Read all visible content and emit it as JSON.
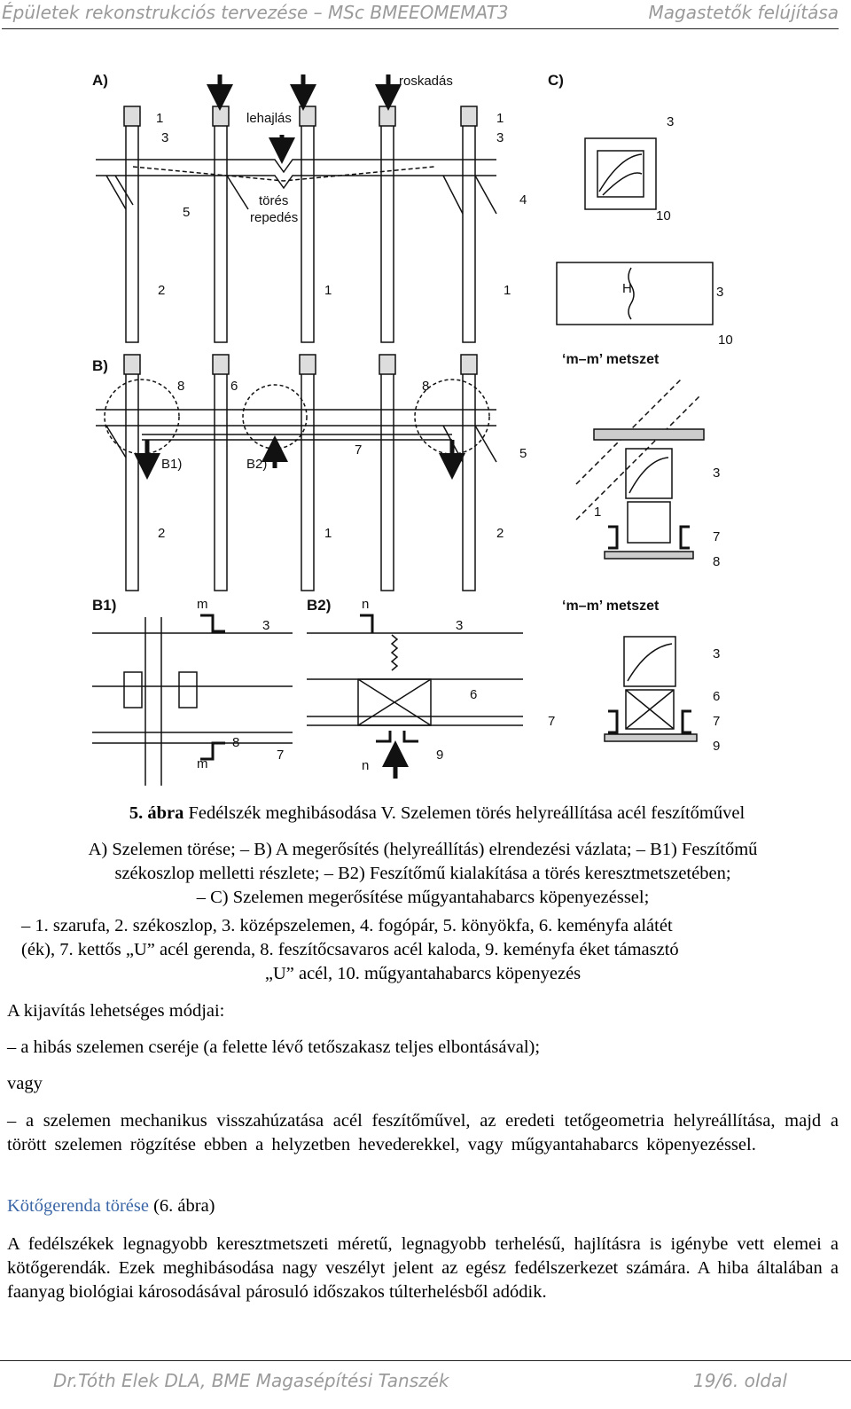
{
  "header": {
    "left": "Épületek rekonstrukciós tervezése – MSc  BMEEOMEMAT3",
    "right": "Magastetők felújítása"
  },
  "figure": {
    "panel_a": "A)",
    "panel_b": "B)",
    "panel_c": "C)",
    "panel_b1": "B1)",
    "panel_b2": "B2)",
    "label_roskadas": "roskadás",
    "label_lehajlas": "lehajlás",
    "label_tores": "törés",
    "label_repedes": "repedés",
    "label_b1_small": "B1)",
    "label_b2_small": "B2)",
    "label_h": "H",
    "section_mm_1": "‘m–m’ metszet",
    "section_mm_2": "‘m–m’ metszet",
    "letter_m": "m",
    "letter_n": "n",
    "n1": "1",
    "n2": "2",
    "n3": "3",
    "n4": "4",
    "n5": "5",
    "n6": "6",
    "n7": "7",
    "n8": "8",
    "n9": "9",
    "n10": "10"
  },
  "caption": {
    "bold": "5. ábra",
    "title": " Fedélszék meghibásodása V. Szelemen törés helyreállítása acél feszítőművel",
    "line1": "A) Szelemen törése; – B) A megerősítés (helyreállítás) elrendezési vázlata; – B1) Feszítőmű",
    "line2": "székoszlop melletti részlete; – B2) Feszítőmű kialakítása a törés keresztmetszetében;",
    "line3": "– C) Szelemen megerősítése műgyantahabarcs köpenyezéssel;",
    "line4": "– 1. szarufa, 2. székoszlop, 3. középszelemen, 4. fogópár, 5. könyökfa, 6. keményfa alátét",
    "line5": "(ék), 7. kettős „U” acél gerenda, 8. feszítőcsavaros acél kaloda, 9. keményfa éket támasztó",
    "line6": "„U” acél, 10. műgyantahabarcs köpenyezés"
  },
  "body": {
    "p1": "A kijavítás lehetséges módjai:",
    "p2": "– a hibás szelemen cseréje (a felette lévő tetőszakasz teljes elbontásával);",
    "p3": "vagy",
    "p4": "– a szelemen mechanikus visszahúzatása acél feszítőművel, az eredeti tetőgeometria helyreállítása, majd a törött szelemen rögzítése ebben a helyzetben hevederekkel, vagy műgyantahabarcs köpenyezéssel.",
    "heading": "Kötőgerenda törése",
    "heading_ref": " (6. ábra)",
    "p5": "A fedélszékek legnagyobb keresztmetszeti méretű, legnagyobb terhelésű, hajlításra is igénybe vett elemei a kötőgerendák. Ezek meghibásodása nagy veszélyt jelent az egész fedélszerkezet számára. A hiba általában a faanyag biológiai károsodásával párosuló időszakos túlterhelésből adódik."
  },
  "footer": {
    "left": "Dr.Tóth Elek DLA, BME Magasépítési Tanszék",
    "right": "19/6. oldal"
  }
}
